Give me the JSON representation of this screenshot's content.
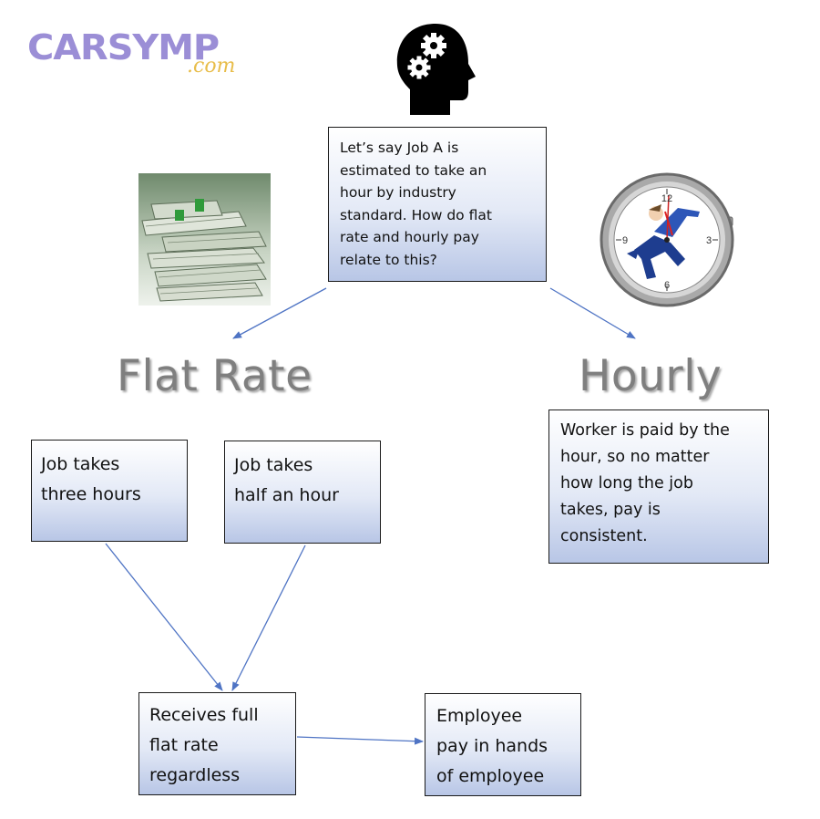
{
  "logo": {
    "main": "CARSYMP",
    "sub": ".com"
  },
  "question": {
    "text": "Let’s say Job A is\nestimated to take an\nhour by industry\nstandard. How do flat\nrate and hourly pay\nrelate to this?"
  },
  "headings": {
    "flat": "Flat Rate",
    "hourly": "Hourly"
  },
  "boxes": {
    "three_hours": "Job takes\nthree hours",
    "half_hour": "Job takes\nhalf an hour",
    "hourly_desc": "Worker is paid by the\nhour, so no matter\nhow long the job\ntakes, pay is\nconsistent.",
    "full_rate": "Receives full\nflat rate\nregardless",
    "employee_pay": "Employee\npay in hands\nof employee"
  },
  "clock": {
    "n12": "12",
    "n3": "3",
    "n6": "6",
    "n9": "9"
  },
  "icons": [
    "head-gears-icon",
    "money-stack-icon",
    "stopwatch-runner-icon"
  ],
  "colors": {
    "arrow": "#4f74c4",
    "heading": "#7f7f7f",
    "logo": "#9b8ed6",
    "logo_accent": "#e8bd4a"
  }
}
